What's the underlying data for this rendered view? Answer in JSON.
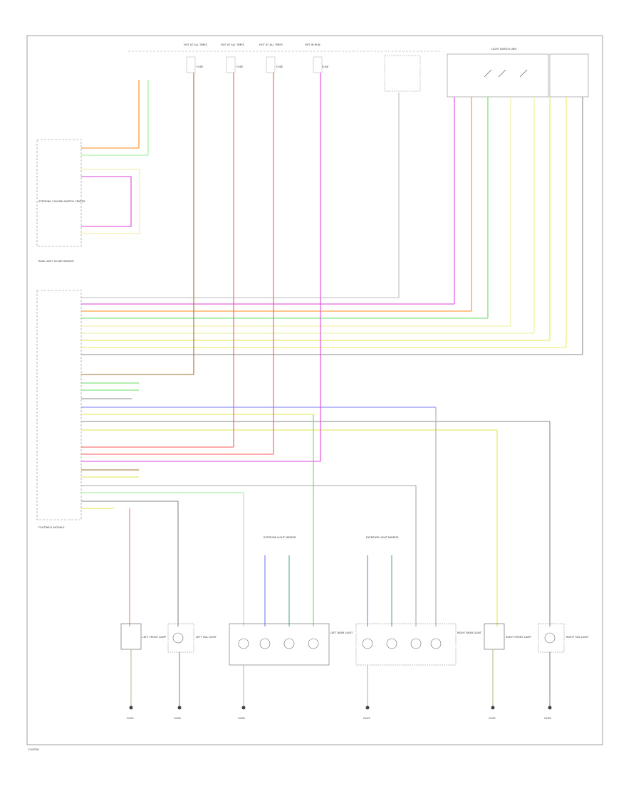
{
  "header": {
    "top_labels": [
      "HOT AT ALL TIMES",
      "HOT AT ALL TIMES",
      "HOT AT ALL TIMES",
      "HOT IN RUN"
    ],
    "fuse_labels": [
      "FUSE",
      "FUSE",
      "FUSE",
      "FUSE"
    ],
    "light_switch_unit": "LIGHT SWITCH UNIT"
  },
  "modules": {
    "steering_column": "STEERING COLUMN SWITCH CENTER",
    "rain_light_sensor": "RAIN LIGHT SOLAR SENSOR",
    "footwell_module": "FOOTWELL MODULE"
  },
  "exterior_light_mirrors": [
    "EXTERIOR LIGHT MIRROR",
    "EXTERIOR LIGHT MIRROR"
  ],
  "bottom_components": [
    "LEFT FRONT LAMP",
    "LEFT TAIL LIGHT",
    "LEFT REAR LIGHT",
    "RIGHT REAR LIGHT",
    "RIGHT FRONT LAMP",
    "RIGHT TAIL LIGHT"
  ],
  "grounds": [
    "G105",
    "G106",
    "G106",
    "G105",
    "G105",
    "G106"
  ],
  "footer_code": "FOOTER",
  "colors": {
    "orange": "#ff8c1a",
    "green": "#66dd66",
    "yellow": "#e6e64a",
    "gray": "#888888",
    "violet": "#dd44dd",
    "red": "#ff5555",
    "brown": "#a0702a",
    "blue": "#5555ff",
    "lightyellow": "#eeee99"
  }
}
